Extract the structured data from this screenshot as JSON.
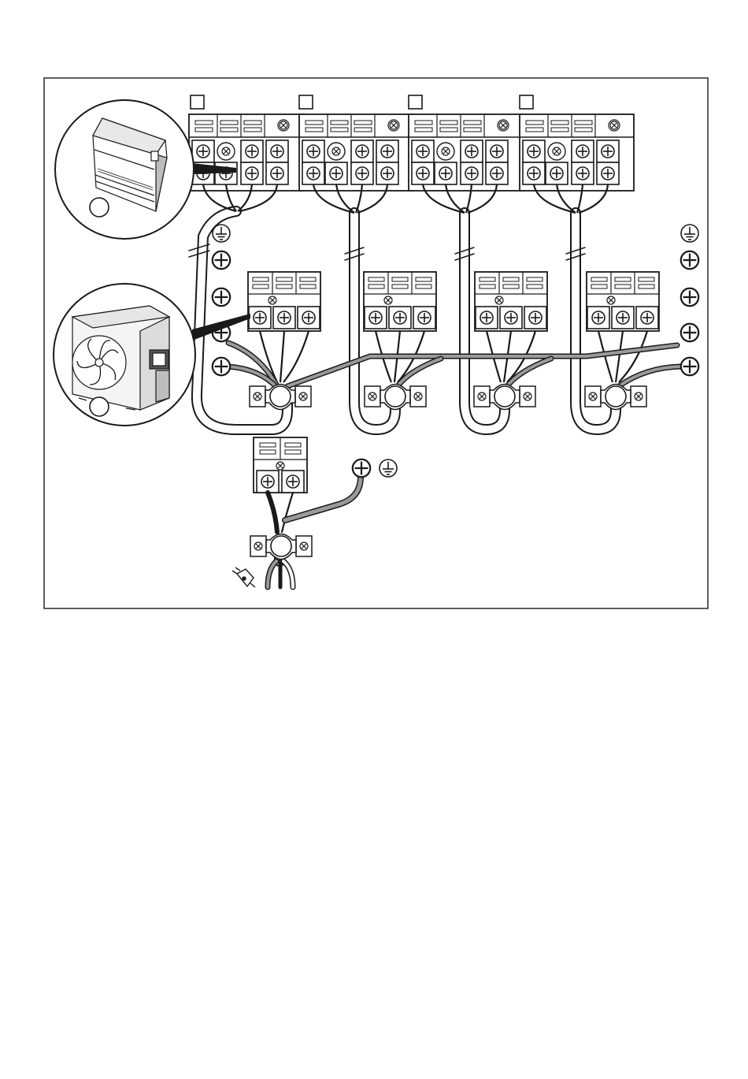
{
  "diagram": {
    "indoor_units": [
      {
        "id": "A",
        "label": ""
      },
      {
        "id": "B",
        "label": ""
      },
      {
        "id": "C",
        "label": ""
      },
      {
        "id": "D",
        "label": ""
      }
    ],
    "callouts": [
      {
        "id": "indoor-unit",
        "number": ""
      },
      {
        "id": "outdoor-unit",
        "number": ""
      }
    ],
    "colors": {
      "line": "#1a1a1a",
      "wire_fill": "#ffffff",
      "earth_wire": "#9a9a9a",
      "panel": "#ffffff"
    },
    "icons": [
      "earth-symbol-icon",
      "screw-icon",
      "plug-icon",
      "indoor-unit-image",
      "outdoor-unit-image"
    ]
  }
}
